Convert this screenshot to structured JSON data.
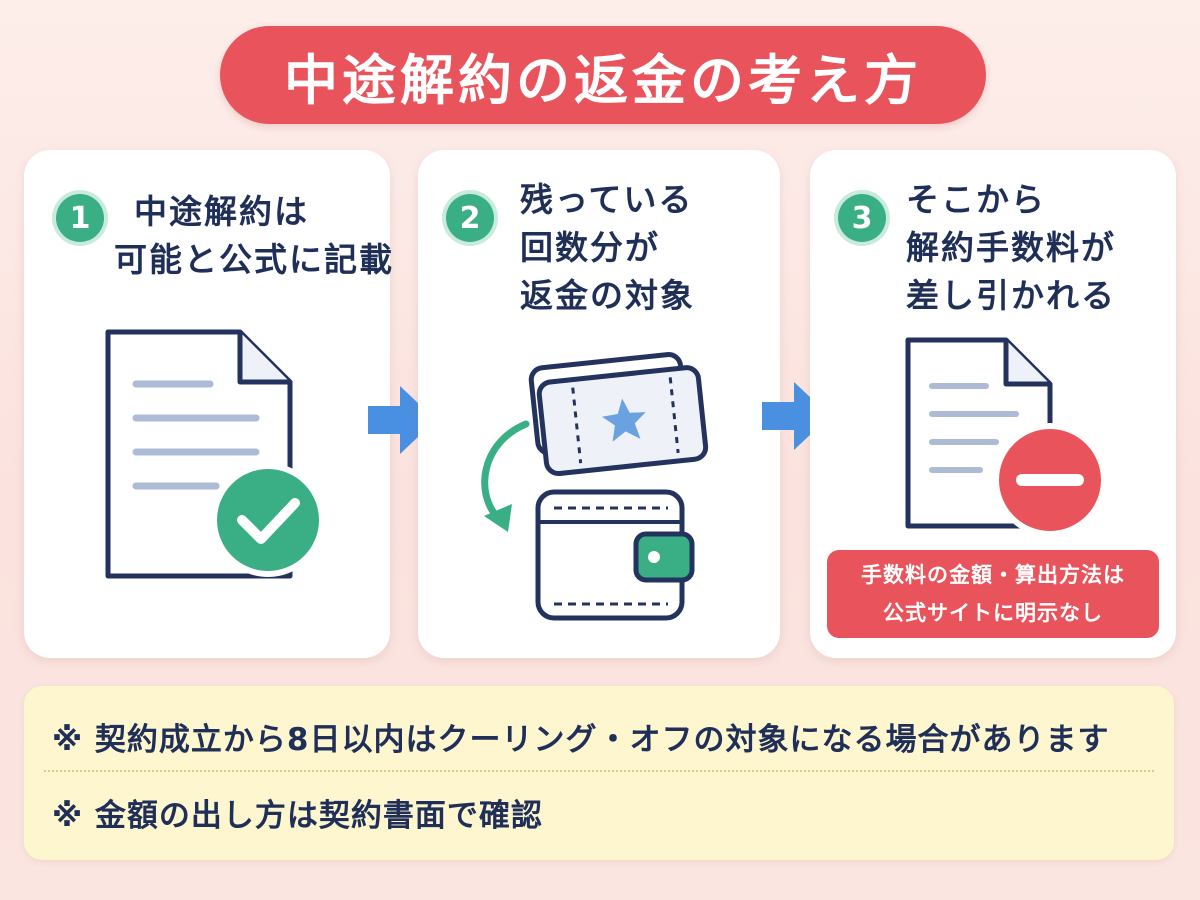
{
  "title": "中途解約の返金の考え方",
  "steps": [
    {
      "number": "1",
      "lines": [
        "中途解約は",
        "可能と公式に記載"
      ]
    },
    {
      "number": "2",
      "lines": [
        "残っている",
        "回数分が",
        "返金の対象"
      ]
    },
    {
      "number": "3",
      "lines": [
        "そこから",
        "解約手数料が",
        "差し引かれる"
      ]
    }
  ],
  "fee_note": {
    "line1": "手数料の金額・算出方法は",
    "line2": "公式サイトに明示なし"
  },
  "notes": [
    "※ 契約成立から8日以内はクーリング・オフの対象になる場合があります",
    "※ 金額の出し方は契約書面で確認"
  ],
  "icons": {
    "step1": "document-check-icon",
    "step2": "ticket-to-wallet-icon",
    "step3": "document-minus-icon",
    "arrow": "arrow-right-icon"
  },
  "colors": {
    "accent_red": "#e9545c",
    "accent_green": "#3aaf86",
    "navy": "#1f2f57",
    "arrow_blue": "#4a90e2",
    "note_bg": "#fdf6cf"
  }
}
